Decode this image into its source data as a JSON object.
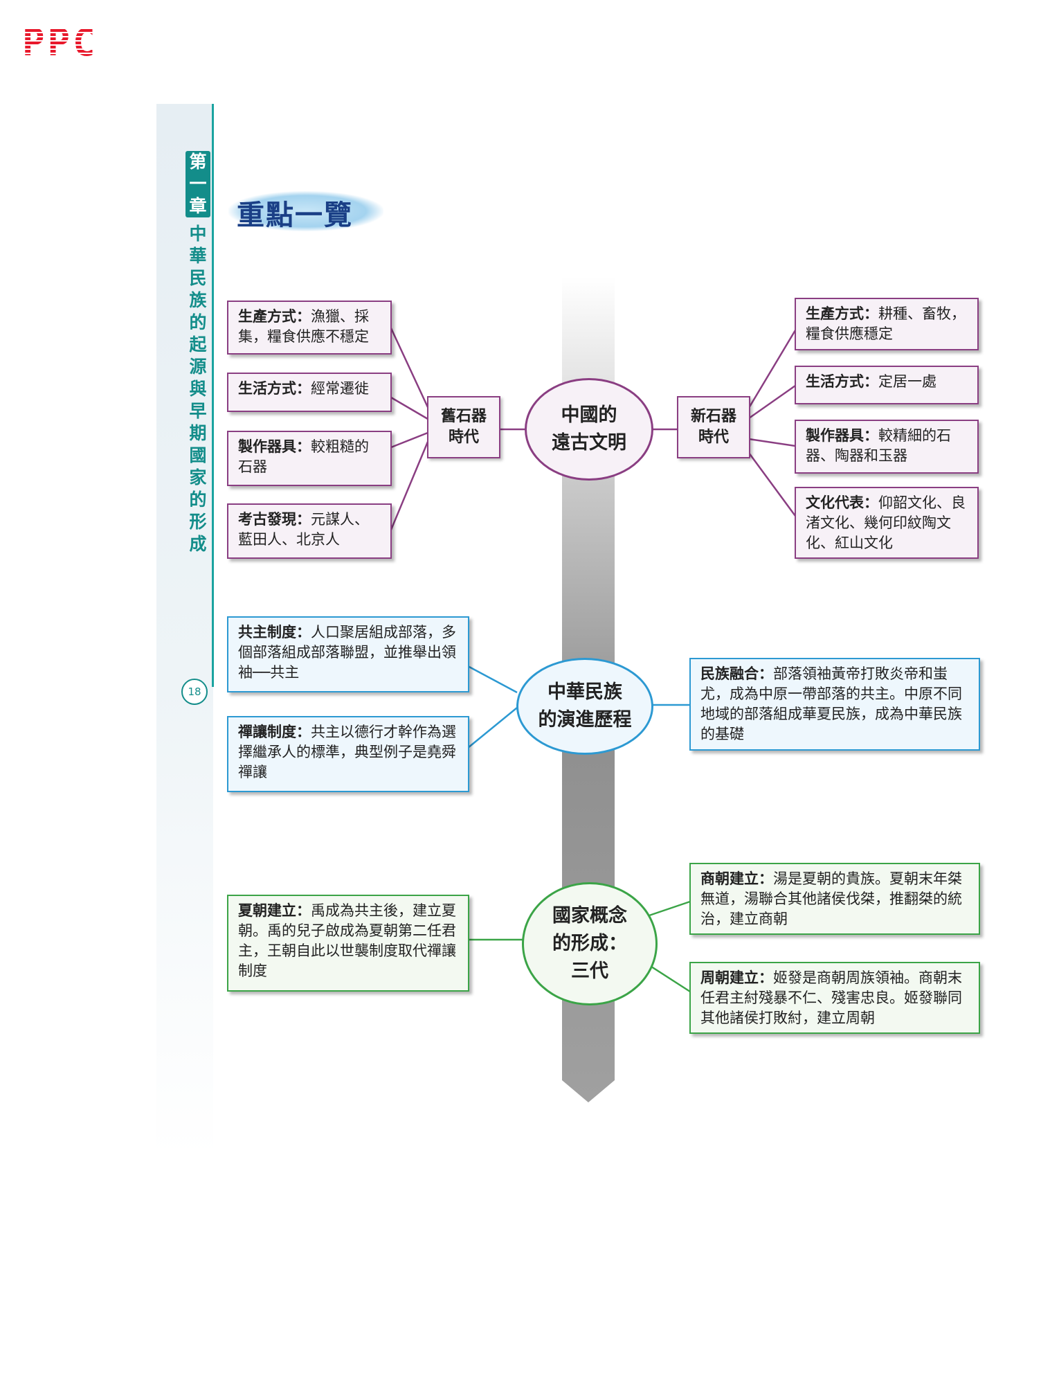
{
  "publisher_logo": "PPC",
  "chapter": {
    "label_chars": [
      "第",
      "一",
      "章"
    ],
    "title_chars": [
      "中",
      "華",
      "民",
      "族",
      "的",
      "起",
      "源",
      "與",
      "早",
      "期",
      "國",
      "家",
      "的",
      "形",
      "成"
    ]
  },
  "page_number": "18",
  "section_title": "重點一覽",
  "groups": [
    {
      "center": [
        "中國的",
        "遠古文明"
      ],
      "left_mid": [
        "舊石器",
        "時代"
      ],
      "right_mid": [
        "新石器",
        "時代"
      ],
      "left_boxes": [
        {
          "bold": "生產方式：",
          "text": "漁獵、採集，糧食供應不穩定"
        },
        {
          "bold": "生活方式：",
          "text": "經常遷徙"
        },
        {
          "bold": "製作器具：",
          "text": "較粗糙的石器"
        },
        {
          "bold": "考古發現：",
          "text": "元謀人、藍田人、北京人"
        }
      ],
      "right_boxes": [
        {
          "bold": "生產方式：",
          "text": "耕種、畜牧，糧食供應穩定"
        },
        {
          "bold": "生活方式：",
          "text": "定居一處"
        },
        {
          "bold": "製作器具：",
          "text": "較精細的石器、陶器和玉器"
        },
        {
          "bold": "文化代表：",
          "text": "仰韶文化、良渚文化、幾何印紋陶文化、紅山文化"
        }
      ]
    },
    {
      "center": [
        "中華民族",
        "的演進歷程"
      ],
      "left_boxes": [
        {
          "bold": "共主制度：",
          "text": "人口聚居組成部落，多個部落組成部落聯盟，並推舉出領袖──共主"
        },
        {
          "bold": "禪讓制度：",
          "text": "共主以德行才幹作為選擇繼承人的標準，典型例子是堯舜禪讓"
        }
      ],
      "right_boxes": [
        {
          "bold": "民族融合：",
          "text": "部落領袖黃帝打敗炎帝和蚩尤，成為中原一帶部落的共主。中原不同地域的部落組成華夏民族，成為中華民族的基礎"
        }
      ]
    },
    {
      "center": [
        "國家概念",
        "的形成：",
        "三代"
      ],
      "left_boxes": [
        {
          "bold": "夏朝建立：",
          "text": "禹成為共主後，建立夏朝。禹的兒子啟成為夏朝第二任君主，王朝自此以世襲制度取代禪讓制度"
        }
      ],
      "right_boxes": [
        {
          "bold": "商朝建立：",
          "text": "湯是夏朝的貴族。夏朝末年桀無道，湯聯合其他諸侯伐桀，推翻桀的統治，建立商朝"
        },
        {
          "bold": "周朝建立：",
          "text": "姬發是商朝周族領袖。商朝末任君主紂殘暴不仁、殘害忠良。姬發聯同其他諸侯打敗紂，建立周朝"
        }
      ]
    }
  ],
  "colors": {
    "group1": "#8a3e82",
    "group2": "#2c99d2",
    "group3": "#3ba447",
    "sidebar_accent": "#138d8a",
    "title_blue": "#1a3f86"
  }
}
